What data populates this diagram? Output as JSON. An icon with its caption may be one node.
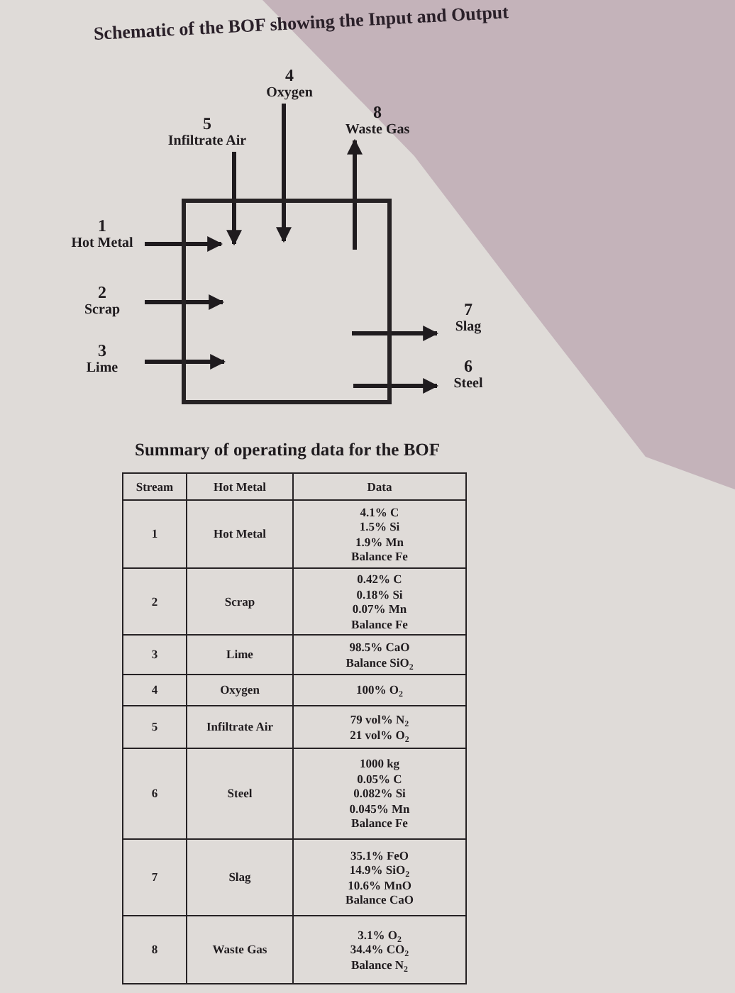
{
  "diagram": {
    "title": "Schematic of the BOF showing the Input and Output",
    "nodes": [
      {
        "text": [
          "4",
          "Oxygen"
        ]
      },
      {
        "text": [
          "5",
          "Infiltrate Air"
        ]
      },
      {
        "text": [
          "8",
          "Waste Gas"
        ]
      },
      {
        "text": [],
        "shape": "box"
      },
      {
        "text": [
          "1",
          "Hot Metal"
        ]
      },
      {
        "text": [
          "2",
          "Scrap"
        ]
      },
      {
        "text": [
          "7",
          "Slag"
        ]
      },
      {
        "text": [
          "3",
          "Lime"
        ]
      },
      {
        "text": [
          "6",
          "Steel"
        ]
      }
    ],
    "edges": [
      {
        "from": 0,
        "to": 3,
        "arrow": "to"
      },
      {
        "from": 1,
        "to": 3,
        "arrow": "to"
      },
      {
        "from": 3,
        "to": 2,
        "arrow": "to"
      },
      {
        "from": 4,
        "to": 3,
        "arrow": "to"
      },
      {
        "from": 5,
        "to": 3,
        "arrow": "to"
      },
      {
        "from": 3,
        "to": 6,
        "arrow": "to"
      },
      {
        "from": 7,
        "to": 3,
        "arrow": "to"
      },
      {
        "from": 3,
        "to": 8,
        "arrow": "to"
      }
    ],
    "labels": [
      "Summary of operating data for the BOF",
      "Stream",
      "Hot Metal",
      "Data",
      "1",
      "Hot Metal",
      "4.1% C",
      "1.5% Si",
      "1.9% Mn",
      "Balance Fe",
      "2",
      "Scrap",
      "0.42% C",
      "0.18% Si",
      "0.07% Mn",
      "Balance Fe",
      "3",
      "Lime",
      "98.5% CaO",
      "Balance SiO$_{2}$",
      "4",
      "Oxygen",
      "100% O$_{2}$",
      "5",
      "Infiltrate Air",
      "79 vol% N$_{2}$",
      "21 vol% O$_{2}$",
      "6",
      "Steel",
      "1000 kg",
      "0.05% C",
      "0.082% Si",
      "0.045% Mn",
      "Balance Fe",
      "7",
      "Slag",
      "35.1% FeO",
      "14.9% SiO$_{2}$",
      "10.6% MnO",
      "Balance CaO",
      "8",
      "Waste Gas",
      "3.1% O$_{2}$",
      "34.4% CO$_{2}$",
      "Balance N$_{2}$"
    ]
  }
}
